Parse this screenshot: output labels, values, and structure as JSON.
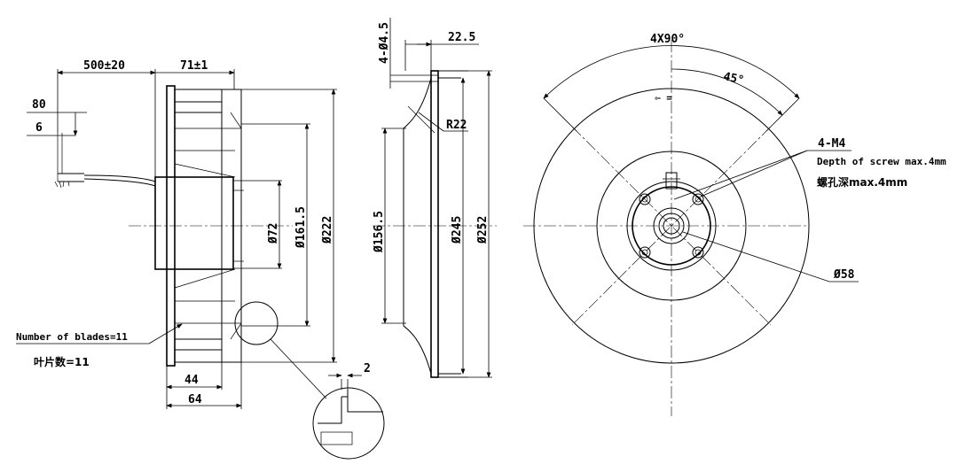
{
  "dimensions": {
    "cable_length": "500±20",
    "motor_depth": "71±1",
    "d80": "80",
    "d6": "6",
    "dia72": "Ø72",
    "dia161_5": "Ø161.5",
    "dia222": "Ø222",
    "d44": "44",
    "d64": "64",
    "d2": "2",
    "holes": "4-Ø4.5",
    "d22_5": "22.5",
    "r22": "R22",
    "dia156_5": "Ø156.5",
    "dia245": "Ø245",
    "dia252": "Ø252",
    "angle_4x90": "4X90°",
    "angle_45": "45°",
    "m4": "4-M4",
    "dia58": "Ø58"
  },
  "notes": {
    "blades_en": "Number of blades=11",
    "blades_cn": "叶片数=11",
    "screw_en": "Depth of screw max.4mm",
    "screw_cn": "螺孔深max.4mm",
    "rotation_mark": "⇦ ="
  }
}
